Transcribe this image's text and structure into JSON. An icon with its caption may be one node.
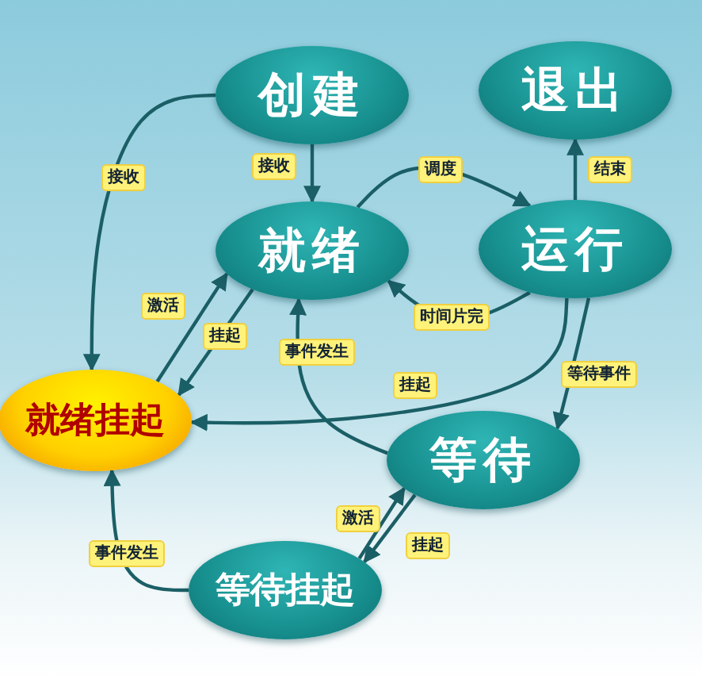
{
  "diagram": {
    "nodes": [
      {
        "text": [
          "创建"
        ]
      },
      {
        "text": [
          "退出"
        ]
      },
      {
        "text": [
          "就绪"
        ]
      },
      {
        "text": [
          "运行"
        ]
      },
      {
        "text": [
          "就绪挂起"
        ]
      },
      {
        "text": [
          "等待"
        ]
      },
      {
        "text": [
          "等待挂起"
        ]
      }
    ],
    "edges": [
      {
        "from": 0,
        "to": 4,
        "arrow": "to",
        "label": "接收"
      },
      {
        "from": 0,
        "to": 2,
        "arrow": "to",
        "label": "接收"
      },
      {
        "from": 2,
        "to": 3,
        "arrow": "to",
        "label": "调度"
      },
      {
        "from": 3,
        "to": 1,
        "arrow": "to",
        "label": "结束"
      },
      {
        "from": 3,
        "to": 2,
        "arrow": "to",
        "label": "时间片完"
      },
      {
        "from": 4,
        "to": 2,
        "arrow": "to",
        "label": "激活"
      },
      {
        "from": 2,
        "to": 4,
        "arrow": "to",
        "label": "挂起"
      },
      {
        "from": 5,
        "to": 2,
        "arrow": "to",
        "label": "事件发生"
      },
      {
        "from": 3,
        "to": 4,
        "arrow": "to",
        "label": "挂起"
      },
      {
        "from": 3,
        "to": 5,
        "arrow": "to",
        "label": "等待事件"
      },
      {
        "from": 6,
        "to": 5,
        "arrow": "to",
        "label": "激活"
      },
      {
        "from": 5,
        "to": 6,
        "arrow": "to",
        "label": "挂起"
      },
      {
        "from": 6,
        "to": 4,
        "arrow": "to",
        "label": "事件发生"
      }
    ]
  }
}
